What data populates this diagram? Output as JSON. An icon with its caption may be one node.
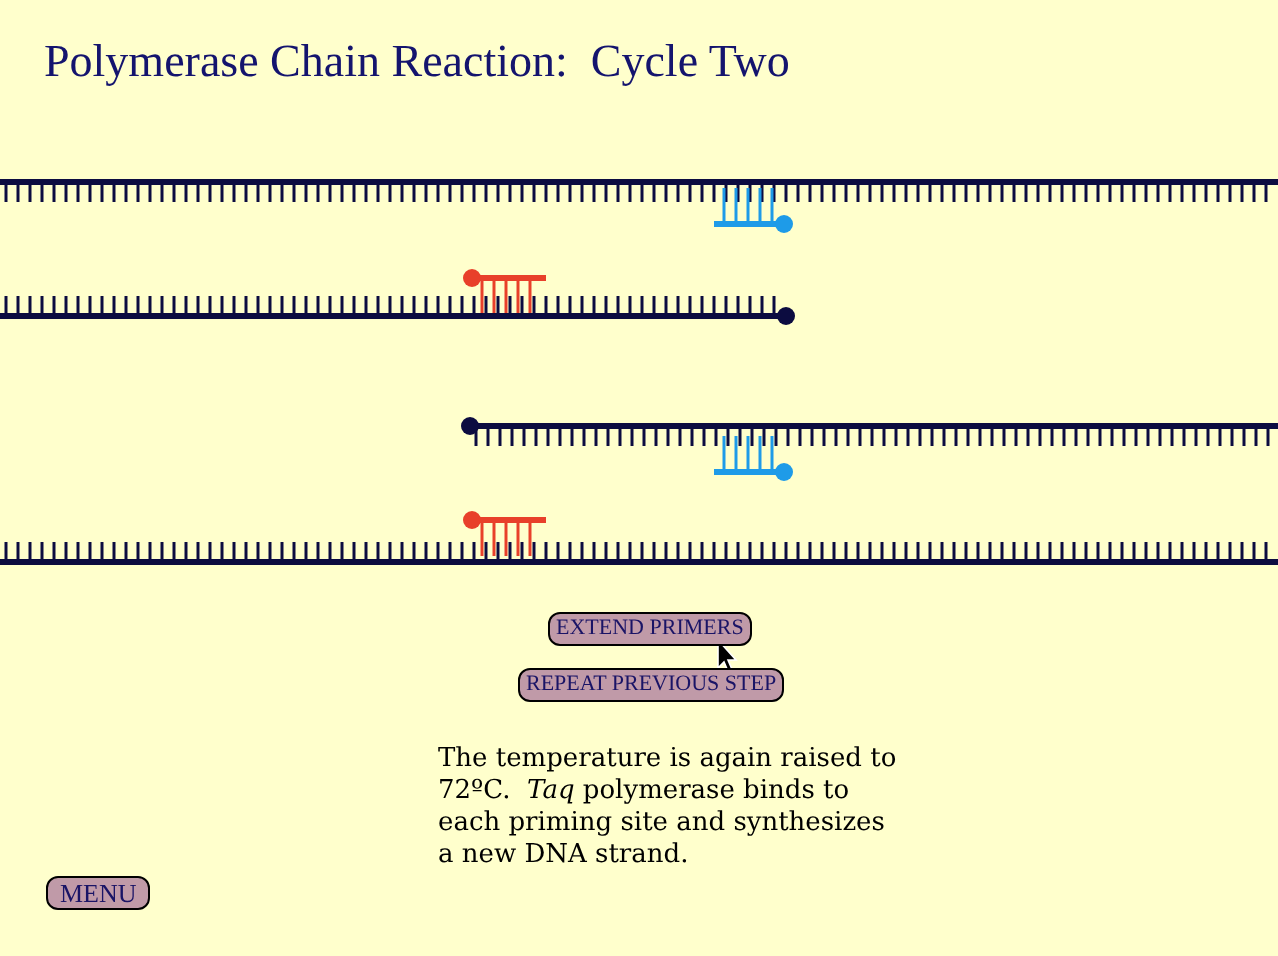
{
  "diagram": {
    "title": "Polymerase Chain Reaction:  Cycle Two",
    "labels": [
      "EXTEND PRIMERS",
      "REPEAT PREVIOUS STEP",
      "The temperature is again raised to 72ºC.  *Taq* polymerase binds to each priming site and synthesizes a new DNA strand.",
      "MENU"
    ]
  }
}
